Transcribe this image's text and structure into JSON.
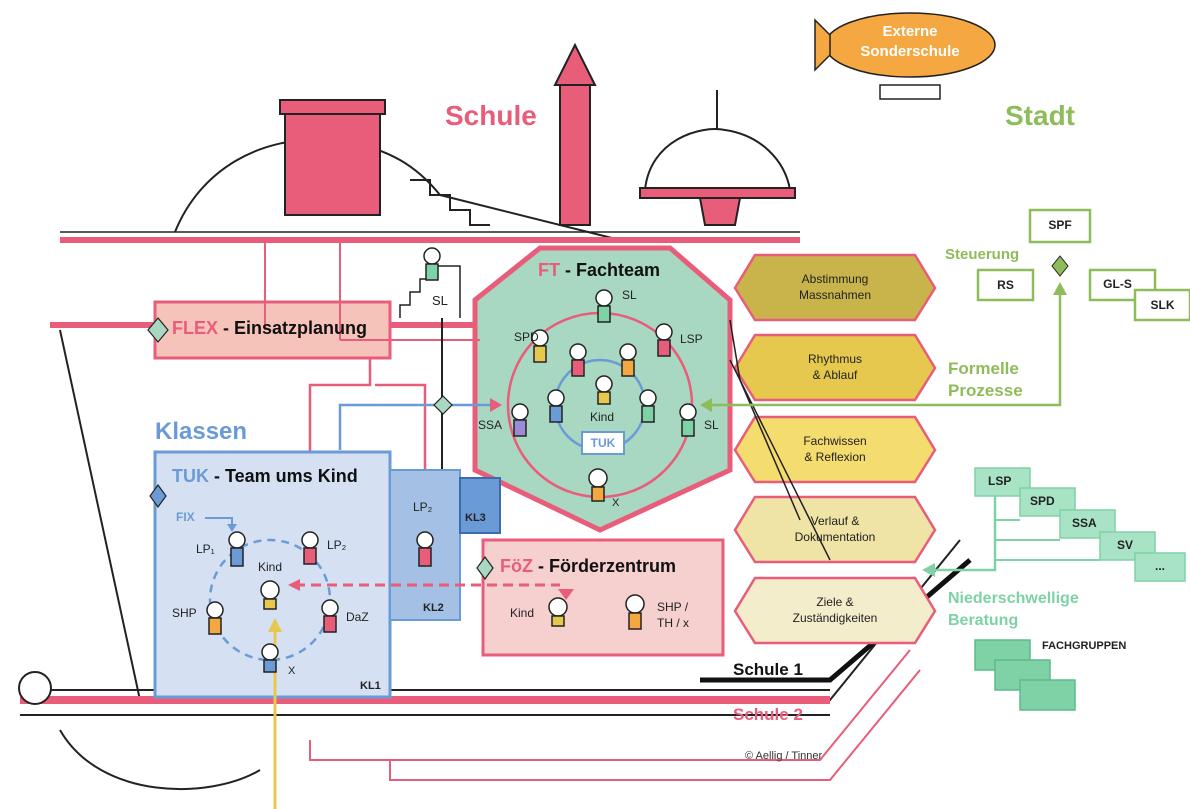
{
  "titles": {
    "schule": "Schule",
    "stadt": "Stadt",
    "klassen": "Klassen"
  },
  "blimp": {
    "line1": "Externe",
    "line2": "Sonderschule"
  },
  "flex": {
    "abbr": "FLEX",
    "rest": " - Einsatzplanung"
  },
  "ft": {
    "abbr": "FT",
    "rest": " - Fachteam",
    "members": {
      "sl_top": "SL",
      "spd": "SPD",
      "lsp": "LSP",
      "ssa": "SSA",
      "sl_right": "SL",
      "x": "X",
      "kind": "Kind"
    },
    "tuk": "TUK"
  },
  "tuk": {
    "abbr": "TUK",
    "rest": " - Team ums Kind",
    "fix": "FIX",
    "lp1": "LP₁",
    "lp2": "LP₂",
    "kind": "Kind",
    "shp": "SHP",
    "daz": "DaZ",
    "x": "X",
    "kl1": "KL1"
  },
  "kl2": {
    "lp2": "LP₂",
    "label": "KL2"
  },
  "kl3": "KL3",
  "foez": {
    "abbr": "FöZ",
    "rest": " - Förderzentrum",
    "kind": "Kind",
    "shp1": "SHP /",
    "shp2": "TH / x"
  },
  "sl_stair": "SL",
  "processes": [
    {
      "l1": "Abstimmung",
      "l2": "Massnahmen",
      "fill": "#c8b44a"
    },
    {
      "l1": "Rhythmus",
      "l2": "& Ablauf",
      "fill": "#e6c84e"
    },
    {
      "l1": "Fachwissen",
      "l2": "& Reflexion",
      "fill": "#f4dc6e"
    },
    {
      "l1": "Verlauf &",
      "l2": "Dokumentation",
      "fill": "#efe3a6"
    },
    {
      "l1": "Ziele &",
      "l2": "Zuständigkeiten",
      "fill": "#f4edcc"
    }
  ],
  "steuerung": {
    "label": "Steuerung",
    "spf": "SPF",
    "rs": "RS",
    "gls": "GL-S",
    "slk": "SLK"
  },
  "formelle": {
    "l1": "Formelle",
    "l2": "Prozesse"
  },
  "stair_right": [
    "LSP",
    "SPD",
    "SSA",
    "SV",
    "..."
  ],
  "niederschwellig": {
    "l1": "Niederschwellige",
    "l2": "Beratung"
  },
  "fachgruppen": "FACHGRUPPEN",
  "schule1": "Schule 1",
  "schule2": "Schule 2",
  "credit": "© Aellig / Tinner",
  "colors": {
    "pink": "#e85d7a",
    "blue": "#6b9bd6",
    "green": "#8fbc5a",
    "mint": "#7fd1a6",
    "ftfill": "#a9d8c2"
  }
}
